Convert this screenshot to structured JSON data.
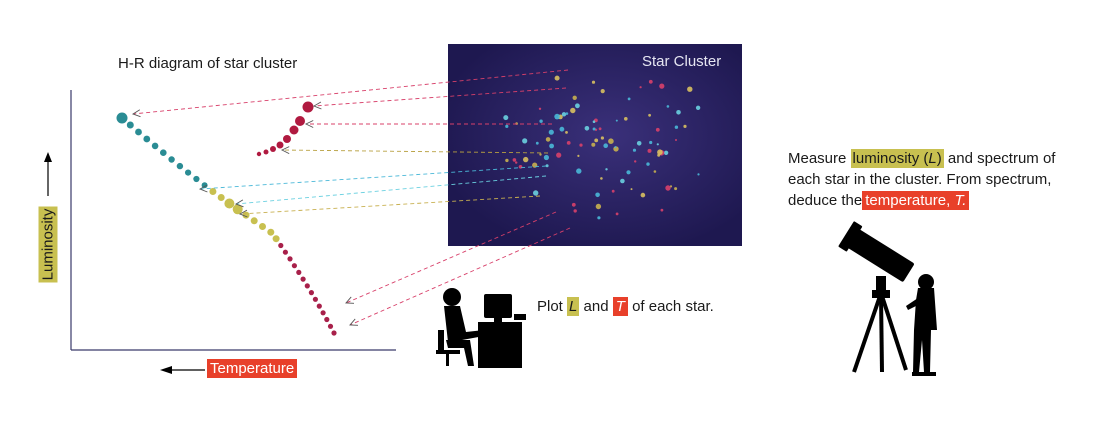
{
  "hr_title": "H-R diagram of star cluster",
  "cluster_title": "Star Cluster",
  "y_axis_label": "Luminosity",
  "x_axis_label": "Temperature",
  "plot_caption": {
    "pre": "Plot ",
    "L": "L",
    "mid": " and ",
    "T": "T",
    "post": " of each star."
  },
  "measure_caption": {
    "pre": "Measure ",
    "lum_word": "luminosity (",
    "lum_sym": "L",
    "lum_close": ")",
    "line1_post": " and spectrum of",
    "line2": "each star in the cluster. From spectrum,",
    "line3_pre": "deduce the",
    "temp_word": "temperature, ",
    "temp_sym": "T."
  },
  "colors": {
    "main_sequence_hot": "#2a8c94",
    "main_sequence_mid": "#c8c050",
    "main_sequence_cool": "#a8204a",
    "giants": "#b01a40",
    "cluster_bg": "#26205e",
    "highlight_yellow": "#c8c050",
    "highlight_red": "#e8402a"
  }
}
